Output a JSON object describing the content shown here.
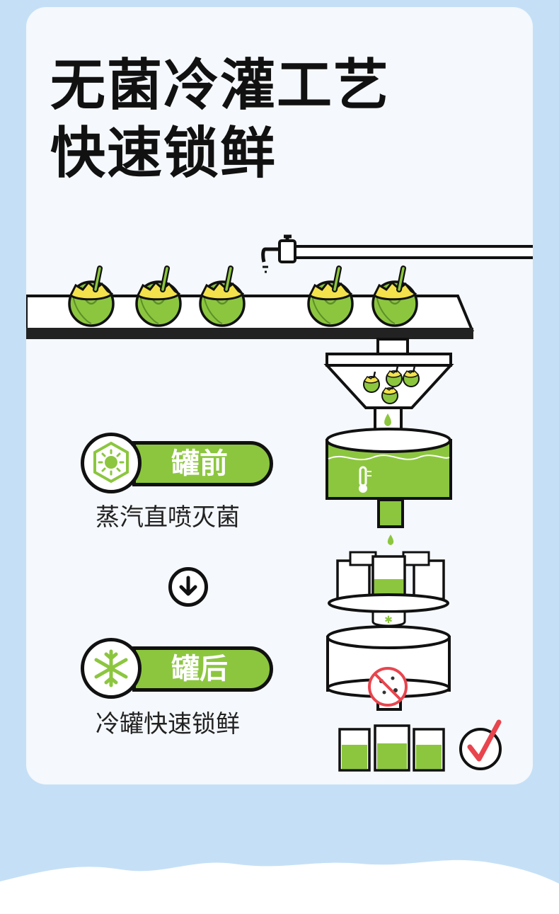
{
  "title": {
    "line1": "无菌冷灌工艺",
    "line2": "快速锁鲜"
  },
  "steps": [
    {
      "tag": "罐前",
      "caption": "蒸汽直喷灭菌",
      "icon": "sterilize-icon"
    },
    {
      "tag": "罐后",
      "caption": "冷罐快速锁鲜",
      "icon": "snowflake-icon"
    }
  ],
  "colors": {
    "accent": "#8cc63f",
    "background": "#c5e0f6",
    "card": "#f5f8fc",
    "coconut_top": "#f3e24b",
    "check": "#e8454e"
  }
}
